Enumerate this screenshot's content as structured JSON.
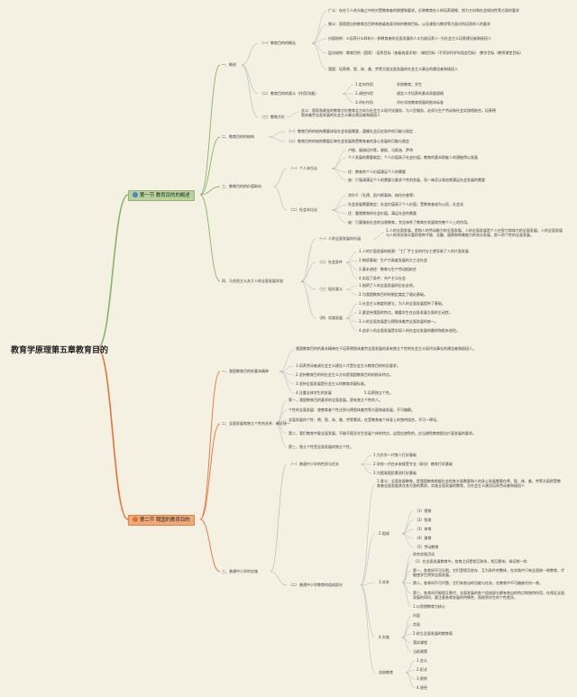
{
  "root": "教育学原理第五章教育目的",
  "section1": {
    "title": "第一节 教育目的的概述",
    "b1": {
      "title": "一、概述",
      "c1": {
        "title": "（一）教育目的的概念",
        "items": [
          "广义：存在于人的头脑之中的对受教育者的期望和要求。反映教育在人的培养规格、努力方向和社会倾向性等方面的要求",
          "狭义：国家提出的教育总目的和各级各类学校的教育目标，以及课程与教学等方面对所培养的人的要求",
          "内容结构：①培养什么样的人--即教育者的全面发展的人②为谁培养人--为社会主义培养建设者和接班人",
          "层次结构：教育目的（国家）-培养目标（各级各类学校）-课程目标（不同学科学年段会目标）-教学目标（教师课堂目标）",
          "我国：培养德、智、体、美、劳等方面全面发展的社会主义事业的建设者和接班人"
        ]
      },
      "c2": {
        "title": "（二）教育目的的意义（作用/功能）",
        "items": [
          {
            "a": "1.定向作用",
            "b": "学校教育；学生"
          },
          {
            "a": "2.调控作用",
            "b": "规定人才培养的基本质量规格"
          },
          {
            "a": "3.评价作用",
            "b": "评价学校教育质量的根本标准"
          }
        ]
      },
      "c3": {
        "title": "（三）教育方针",
        "text": "含义：国家和政党的教育方针教育总方向与社会主义现代化服务，为人民服务，必须与生产劳动和社会实践相结合，培养德智体美劳全面发展的社会主义事业建设者和接班人"
      }
    },
    "b2": {
      "title": "二、教育目的的结构",
      "items": [
        "（一）教育目的的结构需要体现社会发展需要，遵循社会历史条件的可能与限定",
        "（二）教育目的的结构需要反映社会发展和受教育者的身心发展的可能与限定"
      ]
    },
    "b3": {
      "title": "三、教育目的的价值取向",
      "c1": {
        "title": "（一）个人本位论",
        "items": [
          "卢梭、福禄培尔等。裴斯、马斯洛、萨特",
          "个人发展的需要制定；个人价值高于社会价值；教育的基本职能人的潜能得以发展",
          "优：教育的个人价值满足个人的需要",
          "缺：只强调满足个人的需要与要求个性的发展，而一味否认和忽视满足社会发展的需要"
        ]
      },
      "c2": {
        "title": "（二）社会本位论",
        "items": [
          "涂尔干（孔德、凯兴斯泰纳、纳托尔普等）",
          "社会发展需要制定；社会价值高于个人价值；受教育者成为公民，社会化",
          "优：重视教育的社会价值，满足社会的需要",
          "缺：只要服务社会的法规教育，完全抹杀了教育在发展和完善个人上的作用。"
        ]
      }
    },
    "b4": {
      "title": "四、马克思主义关于人的全面发展学说",
      "c1": {
        "title": "（一）人的全面发展的内涵",
        "items": [
          "1.人的全面发展，是指人的劳动能力的全面发展，人的全面发展是个人在智力和体力的全面发展；人的全面发展与人的充实和丰富的各种才能、志趣、道德和审美能力的充分发展，即人的个性的全面发展。"
        ]
      },
      "c2": {
        "title": "（二）社会条件",
        "items": [
          "1.人的片面发展的根源：“工厂手工业时代分工就导致了人的片面发展",
          "2.物质基础：生产力高度发展的大工业社会",
          "3.基本途径：教育与生产劳动相结合",
          "4.实现了条件：共产主义社会"
        ]
      },
      "c3": {
        "title": "（三）现实意义",
        "items": [
          "1.指明了人的全面发展的历史必然。",
          "2.为我国教育目的的制定奠定了理论基础。"
        ]
      },
      "c4": {
        "title": "（四）实践发展",
        "items": [
          "1.社会主义制度的建立，为人的全面发展提供了基础。",
          "2.要坚持我国的特点，尊重学生在自身发展方面的主动性。",
          "3.人的全面发展是与德智体美劳全面发展的统一。",
          "4.追求人的全面发展是实现人的社会化发展的最终和根本途径。"
        ]
      }
    }
  },
  "section2": {
    "title": "第二节 我国的教育目的",
    "b1": {
      "title": "一、我国教育目的的基本精神",
      "items": [
        "我国教育目的的基本精神在于培养德智体美劳全面发展的具有独立个性的社会主义现代化事业的建设者和接班人。",
        "1.培养劳动者或社会主义建设人才是社会主义教育目的的总要求。",
        "2.坚持教育目的的社会主义方向是我国教育目的的根本特点。",
        "3.坚持全面发展是社会主义的教育质量标准。",
        "4.注重全体学生的发展"
      ],
      "extra": "5.培养独立个性。"
    },
    "b2": {
      "title": "二、全面发展和独立个性的关系：辩证统一",
      "items": [
        "第一，我国教育目的要求的全面发展，是有独立个性的人。",
        "个性的全面发展：使教育者个性达到与德智体美劳等方面和谐发展，不可偏颇。",
        "全面发展的个性：德、智、体、美、劳等素质，在受教育者个体身上的独特组合，不可一律化。",
        "第二，我们教育中要全面发展，不能不顾及学生发展个体的特点，这是应避免的，应当避免教育提出片面发展的要求。",
        "第三，独立个性是全面发展的独立个性。"
      ]
    },
    "b3": {
      "title": "三、普通中小学的实施",
      "c1": {
        "title": "（一）普通中小学的性质与任务",
        "items": [
          "1.为升学一代育人打好基础",
          "2.学校一代在未来接受专业（职业）教育打好基础",
          "3.为提高国民素质打好基础"
        ]
      },
      "c2": {
        "title": "（二）普通中小学教育的组成部分",
        "d1": "1.意义：全面发展教育，是我国教育根据社会的各方面需要和人的身心发展需要在德、智、体、美、劳等方面把受教育者全面发展其在各方面的素质，实施全面发展的教育，为社会主义建设培养劳动者和接班人",
        "d2": {
          "title": "2.组成",
          "items": [
            "（1）德育",
            "（2）智育",
            "（3）体育",
            "（4）美育",
            "（5）劳动教育"
          ]
        },
        "d3": {
          "title": "3.关系",
          "items": [
            "综合实践活动",
            "（1）在全面发展教育中，各育之间是相互联系、相互影响、辩证统一的",
            "第一，各育间不可分割，它们是相互依存、互为条件的整体，在实践中只有全面统一地教育，才能使学生得到全面发展。",
            "第二，各育间不可代替，它们有各自的功能与任务，在教育中不可偏废任何一育。",
            "第三，各育间不能相互替代，全面发展的各个组成部分都有各自的特点和独特作用，在保证全面发展的同时，要注意各育发展的特殊性，照顾到学生的个性差异。",
            "1.以思想教育为核心"
          ]
        },
        "d4": {
          "title": "4.实施",
          "items": [
            "内容",
            "实现",
            "2.树立全面发展的教育观",
            "落实课程",
            "当前政策"
          ]
        },
        "d5": {
          "title": "总结教育",
          "items": [
            "1.含义",
            "2.形式",
            "3.原则",
            "4.途径"
          ]
        }
      }
    }
  }
}
